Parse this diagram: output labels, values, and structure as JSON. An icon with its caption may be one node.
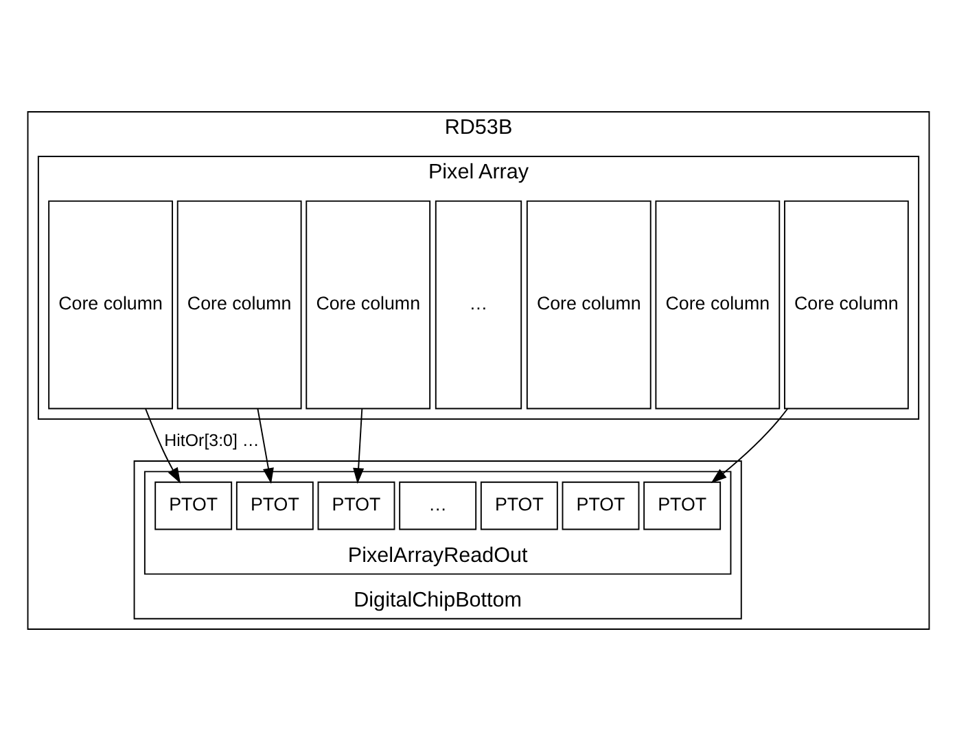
{
  "diagram": {
    "nodes": [
      {
        "text": [
          "RD53B"
        ]
      },
      {
        "text": [
          "Pixel Array"
        ],
        "in": 0
      },
      {
        "text": [
          "Core column"
        ],
        "in": 1
      },
      {
        "text": [
          "Core column"
        ],
        "in": 1
      },
      {
        "text": [
          "Core column"
        ],
        "in": 1
      },
      {
        "text": [
          "…"
        ],
        "in": 1
      },
      {
        "text": [
          "Core column"
        ],
        "in": 1
      },
      {
        "text": [
          "Core column"
        ],
        "in": 1
      },
      {
        "text": [
          "Core column"
        ],
        "in": 1
      },
      {
        "text": [
          "DigitalChipBottom"
        ],
        "in": 0
      },
      {
        "text": [
          "PixelArrayReadOut"
        ],
        "in": 9
      },
      {
        "text": [
          "PTOT"
        ],
        "in": 10
      },
      {
        "text": [
          "PTOT"
        ],
        "in": 10
      },
      {
        "text": [
          "PTOT"
        ],
        "in": 10
      },
      {
        "text": [
          "…"
        ],
        "in": 10
      },
      {
        "text": [
          "PTOT"
        ],
        "in": 10
      },
      {
        "text": [
          "PTOT"
        ],
        "in": 10
      },
      {
        "text": [
          "PTOT"
        ],
        "in": 10
      }
    ],
    "edges": [
      {
        "from": 2,
        "to": 11,
        "arrow": "to",
        "label": "HitOr[3:0] …"
      },
      {
        "from": 6,
        "to": 15,
        "arrow": "to"
      },
      {
        "from": 7,
        "to": 16,
        "arrow": "to"
      },
      {
        "from": 8,
        "to": 17,
        "arrow": "to"
      }
    ]
  }
}
